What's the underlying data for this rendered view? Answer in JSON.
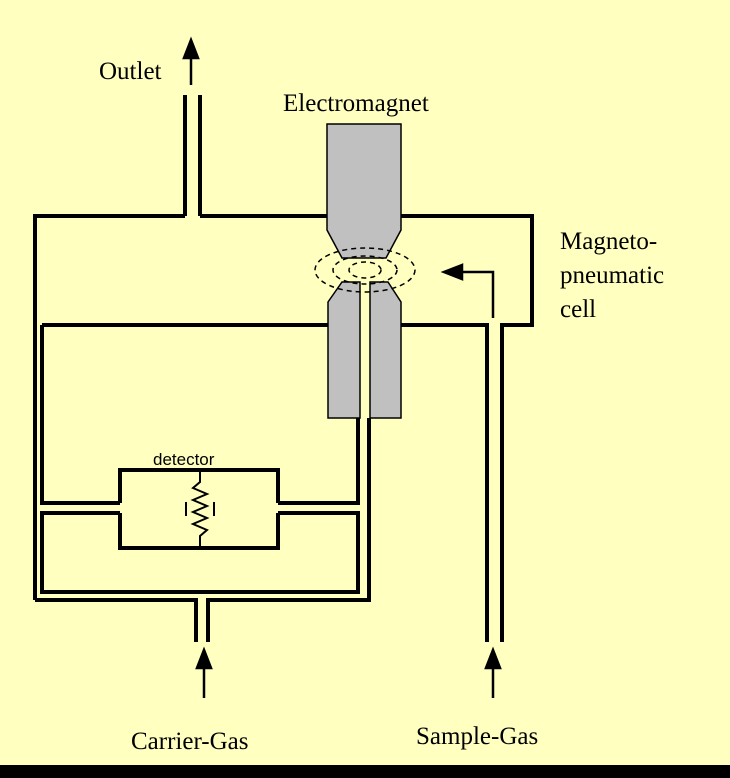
{
  "labels": {
    "outlet": "Outlet",
    "electromagnet": "Electromagnet",
    "cell_line1": "Magneto-",
    "cell_line2": "pneumatic",
    "cell_line3": "cell",
    "detector": "detector",
    "carrier_gas": "Carrier-Gas",
    "sample_gas": "Sample-Gas"
  },
  "colors": {
    "background": "#ffffc0",
    "magnet": "#c0c0c0",
    "line": "#000000",
    "bottom_band": "#000000"
  }
}
